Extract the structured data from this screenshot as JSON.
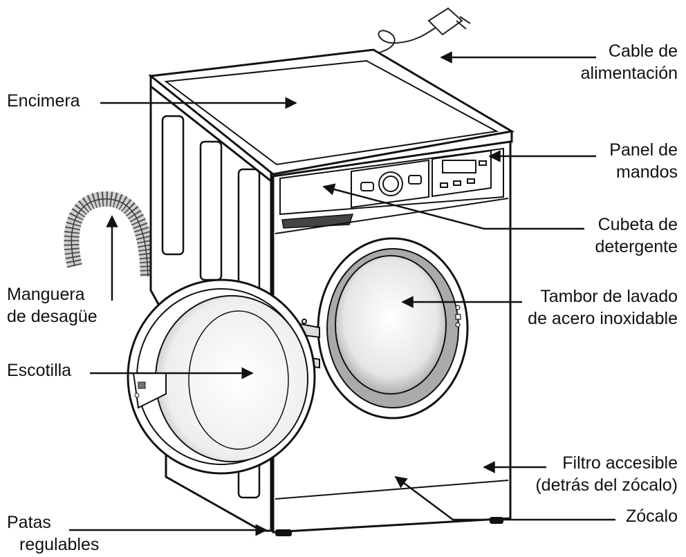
{
  "labels": {
    "cable": {
      "line1": "Cable de",
      "line2": "alimentación"
    },
    "encimera": {
      "line1": "Encimera"
    },
    "panel": {
      "line1": "Panel de",
      "line2": "mandos"
    },
    "cubeta": {
      "line1": "Cubeta de",
      "line2": "detergente"
    },
    "manguera": {
      "line1": "Manguera",
      "line2": "de desagüe"
    },
    "tambor": {
      "line1": "Tambor de lavado",
      "line2": "de acero inoxidable"
    },
    "escotilla": {
      "line1": "Escotilla"
    },
    "filtro": {
      "line1": "Filtro accesible",
      "line2": "(detrás del zócalo)"
    },
    "zocalo": {
      "line1": "Zócalo"
    },
    "patas": {
      "line1": "Patas",
      "line2": "regulables"
    }
  }
}
